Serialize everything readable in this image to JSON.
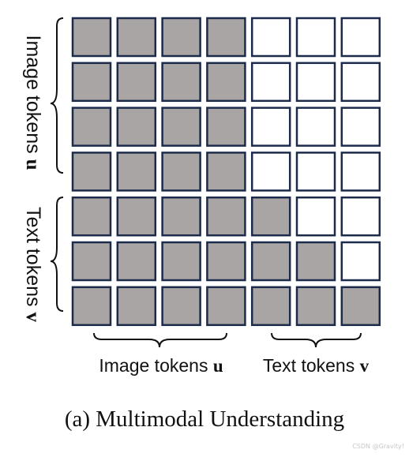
{
  "grid": {
    "rows": 7,
    "cols": 7,
    "image_token_count": 4,
    "text_token_count": 3,
    "attention_mask": [
      [
        1,
        1,
        1,
        1,
        0,
        0,
        0
      ],
      [
        1,
        1,
        1,
        1,
        0,
        0,
        0
      ],
      [
        1,
        1,
        1,
        1,
        0,
        0,
        0
      ],
      [
        1,
        1,
        1,
        1,
        0,
        0,
        0
      ],
      [
        1,
        1,
        1,
        1,
        1,
        0,
        0
      ],
      [
        1,
        1,
        1,
        1,
        1,
        1,
        0
      ],
      [
        1,
        1,
        1,
        1,
        1,
        1,
        1
      ]
    ],
    "filled_color": "#a9a5a5",
    "empty_color": "#ffffff",
    "border_color": "#1d2b4a"
  },
  "labels": {
    "image_tokens_text": "Image tokens ",
    "image_tokens_var": "u",
    "text_tokens_text": "Text tokens ",
    "text_tokens_var": "v"
  },
  "caption": "(a) Multimodal Understanding",
  "watermark": "CSDN @Gravity!"
}
